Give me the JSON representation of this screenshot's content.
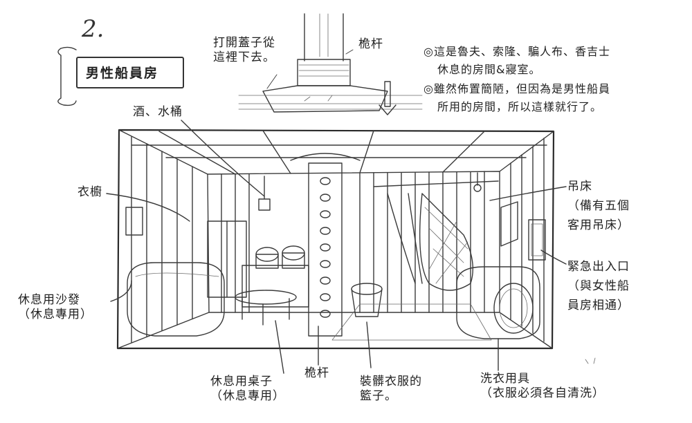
{
  "section_number": "2.",
  "title": "男性船員房",
  "hatch": {
    "label_line1": "打開蓋子從",
    "label_line2": "這裡下去。",
    "mast_label": "桅杆"
  },
  "notes": [
    {
      "bullet": "◎",
      "line1": "這是魯夫、索隆、騙人布、香吉士",
      "line2": "休息的房間&寢室。"
    },
    {
      "bullet": "◎",
      "line1": "雖然佈置簡陋，但因為是男性船員",
      "line2": "所用的房間，所以這樣就行了。"
    }
  ],
  "labels": {
    "wine_bucket": "酒、水桶",
    "wardrobe": "衣櫥",
    "sofa_line1": "休息用沙發",
    "sofa_line2": "（休息專用）",
    "table_line1": "休息用桌子",
    "table_line2": "（休息專用）",
    "mast": "桅杆",
    "basket_line1": "裝髒衣服的",
    "basket_line2": "籃子。",
    "laundry_line1": "洗衣用具",
    "laundry_line2": "（衣服必須各自清洗）",
    "hammock_line1": "吊床",
    "hammock_line2": "（備有五個",
    "hammock_line3": "客用吊床）",
    "exit_line1": "緊急出入口",
    "exit_line2": "（與女性船",
    "exit_line3": "員房相通）"
  }
}
